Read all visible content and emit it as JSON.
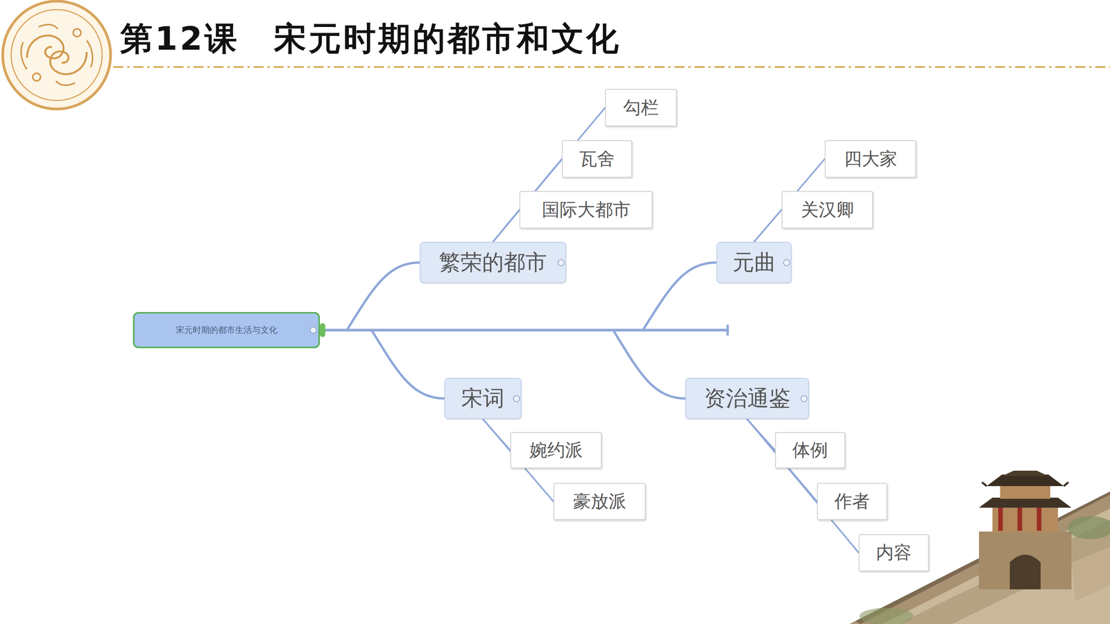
{
  "diagram": {
    "title": "第12课　宋元时期的都市和文化",
    "nodes": [
      {
        "text": [
          "宋元时期的都市生活与文化"
        ]
      },
      {
        "text": [
          "繁荣的都市"
        ]
      },
      {
        "text": [
          "勾栏"
        ]
      },
      {
        "text": [
          "瓦舍"
        ]
      },
      {
        "text": [
          "国际大都市"
        ]
      },
      {
        "text": [
          "元曲"
        ]
      },
      {
        "text": [
          "四大家"
        ]
      },
      {
        "text": [
          "关汉卿"
        ]
      },
      {
        "text": [
          "宋词"
        ]
      },
      {
        "text": [
          "婉约派"
        ]
      },
      {
        "text": [
          "豪放派"
        ]
      },
      {
        "text": [
          "资治通鉴"
        ]
      },
      {
        "text": [
          "体例"
        ]
      },
      {
        "text": [
          "作者"
        ]
      },
      {
        "text": [
          "内容"
        ]
      }
    ],
    "edges": [
      {
        "from": 0,
        "to": 1,
        "arrow": "none"
      },
      {
        "from": 0,
        "to": 8,
        "arrow": "none"
      },
      {
        "from": 0,
        "to": 5,
        "arrow": "none"
      },
      {
        "from": 0,
        "to": 11,
        "arrow": "none"
      },
      {
        "from": 1,
        "to": 4,
        "arrow": "none"
      },
      {
        "from": 1,
        "to": 3,
        "arrow": "none"
      },
      {
        "from": 1,
        "to": 2,
        "arrow": "none"
      },
      {
        "from": 5,
        "to": 7,
        "arrow": "none"
      },
      {
        "from": 5,
        "to": 6,
        "arrow": "none"
      },
      {
        "from": 8,
        "to": 9,
        "arrow": "none"
      },
      {
        "from": 8,
        "to": 10,
        "arrow": "none"
      },
      {
        "from": 11,
        "to": 12,
        "arrow": "none"
      },
      {
        "from": 11,
        "to": 13,
        "arrow": "none"
      },
      {
        "from": 11,
        "to": 14,
        "arrow": "none"
      }
    ]
  }
}
